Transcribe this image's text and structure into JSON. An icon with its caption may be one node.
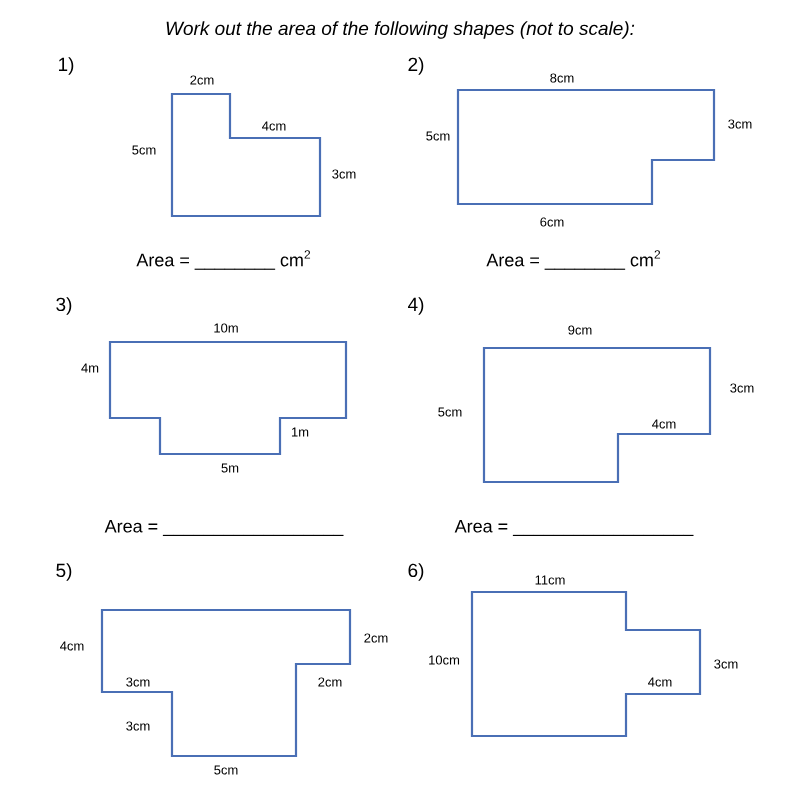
{
  "diagram": {
    "title": "Work out the area of the following shapes (not to scale):",
    "nodes": [
      {
        "text": [],
        "shape": "polygon"
      },
      {
        "text": [],
        "shape": "polygon"
      },
      {
        "text": [],
        "shape": "polygon"
      },
      {
        "text": [],
        "shape": "polygon"
      },
      {
        "text": [],
        "shape": "polygon"
      },
      {
        "text": [],
        "shape": "polygon"
      }
    ],
    "labels": [
      "1)",
      "2cm",
      "4cm",
      "5cm",
      "3cm",
      "2)",
      "8cm",
      "5cm",
      "3cm",
      "6cm",
      "Area = ________ cm$^{2}$",
      "Area = ________ cm$^{2}$",
      "3)",
      "10m",
      "4m",
      "1m",
      "5m",
      "4)",
      "9cm",
      "3cm",
      "5cm",
      "4cm",
      "Area = __________________",
      "Area = __________________",
      "5)",
      "6)",
      "11cm",
      "4cm",
      "2cm",
      "10cm",
      "3cm",
      "2cm",
      "4cm",
      "3cm",
      "3cm",
      "5cm"
    ]
  }
}
